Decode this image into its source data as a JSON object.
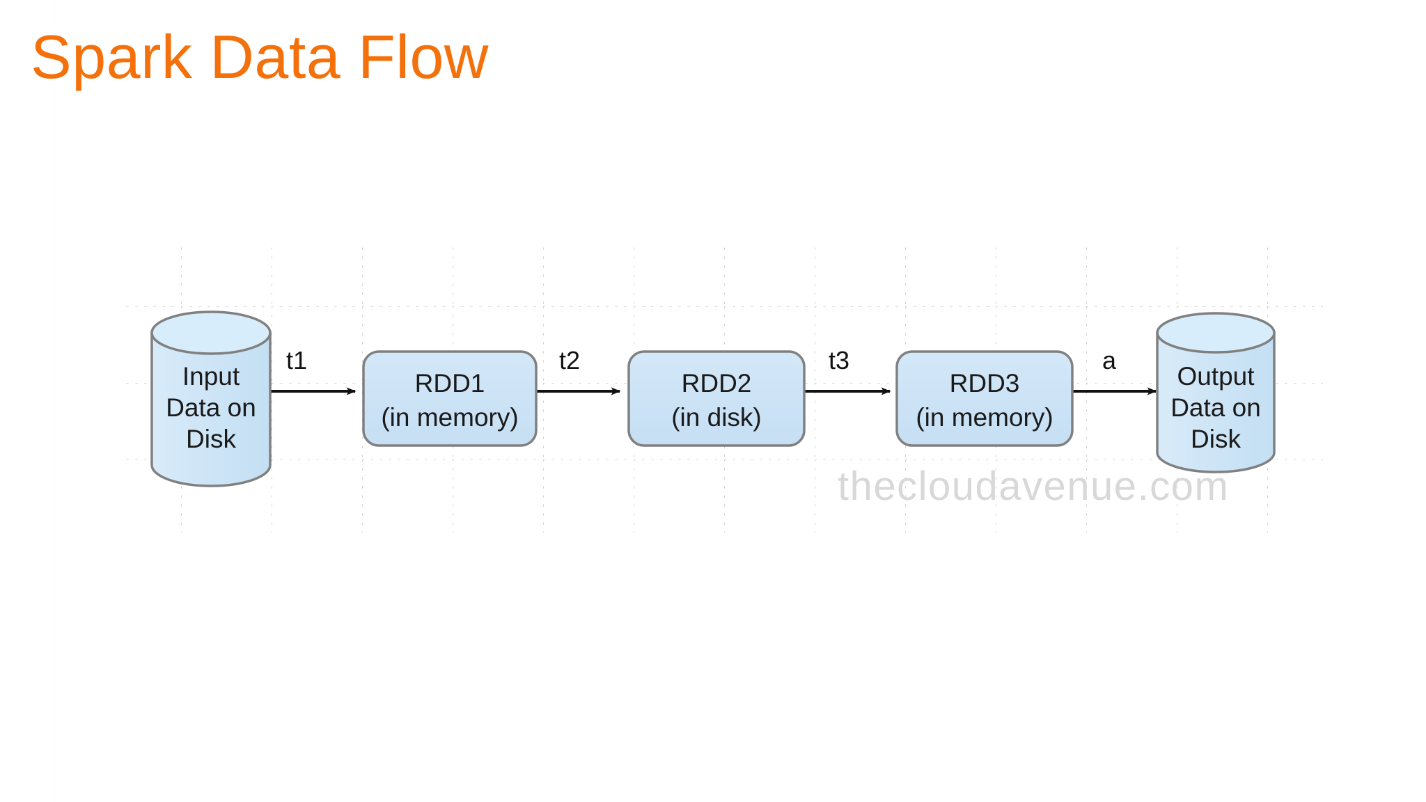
{
  "slide": {
    "title": "Spark Data Flow",
    "title_color": "#F4700A",
    "background_color": "#FFFFFF"
  },
  "diagram": {
    "type": "flow",
    "shape_fill": "#CFE6F6",
    "shape_stroke": "#808080",
    "arrow_color": "#1A1A1A",
    "nodes": [
      {
        "id": "input-store",
        "shape": "cylinder",
        "lines": [
          "Input",
          "Data on",
          "Disk"
        ]
      },
      {
        "id": "rdd1",
        "shape": "rounded-rect",
        "lines": [
          "RDD1",
          "(in memory)"
        ]
      },
      {
        "id": "rdd2",
        "shape": "rounded-rect",
        "lines": [
          "RDD2",
          "(in disk)"
        ]
      },
      {
        "id": "rdd3",
        "shape": "rounded-rect",
        "lines": [
          "RDD3",
          "(in memory)"
        ]
      },
      {
        "id": "output-store",
        "shape": "cylinder",
        "lines": [
          "Output",
          "Data on",
          "Disk"
        ]
      }
    ],
    "edges": [
      {
        "id": "edge-t1",
        "from": "input-store",
        "to": "rdd1",
        "label": "t1"
      },
      {
        "id": "edge-t2",
        "from": "rdd1",
        "to": "rdd2",
        "label": "t2"
      },
      {
        "id": "edge-t3",
        "from": "rdd2",
        "to": "rdd3",
        "label": "t3"
      },
      {
        "id": "edge-a",
        "from": "rdd3",
        "to": "output-store",
        "label": "a"
      }
    ],
    "grid": {
      "visible": true,
      "style": "dotted",
      "color": "#BFBFBF"
    }
  },
  "watermark": {
    "text": "thecloudavenue.com",
    "color": "#D8D8D8"
  }
}
